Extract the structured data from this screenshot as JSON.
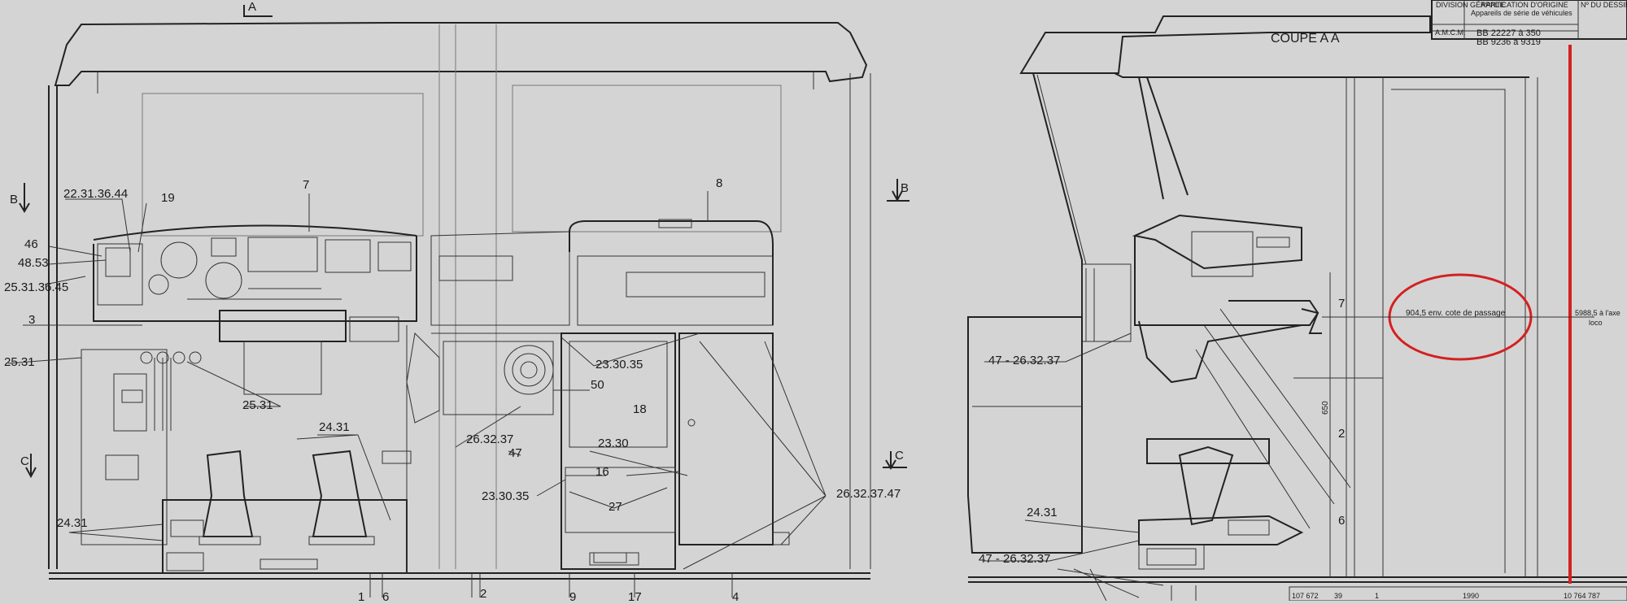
{
  "title_block": {
    "division": "DIVISION GÉRANTE",
    "application": "APPLICATION D'ORIGINE",
    "application_sub": "Appareils de série de véhicules",
    "num": "Nº DU DESSIN",
    "unit": "A.M.C.M.",
    "series_1": "BB 22227 à 350",
    "series_2": "BB 9236 à 9319"
  },
  "section": {
    "title": "COUPE A A",
    "marker_a": "A",
    "marker_b": "B",
    "marker_c": "C"
  },
  "callouts_left": {
    "c22_31_36_44": "22.31.36.44",
    "c19": "19",
    "c46": "46",
    "c48_53": "48.53",
    "c25_31_36_45": "25.31.36.45",
    "c3": "3",
    "c25_31a": "25.31",
    "c25_31b": "25.31",
    "c7": "7",
    "c8": "8",
    "c24_31a": "24.31",
    "c24_31b": "24.31",
    "c23_30_35a": "23.30.35",
    "c50": "50",
    "c18": "18",
    "c26_32_37": "26.32.37",
    "c47": "47",
    "c23_30": "23.30",
    "c16": "16",
    "c23_30_35b": "23.30.35",
    "c27": "27",
    "c26_32_37_47": "26.32.37.47",
    "b1": "1",
    "b6": "6",
    "b2": "2",
    "b9": "9",
    "b17": "17",
    "b4": "4"
  },
  "callouts_right": {
    "c47_26_32_37a": "47 - 26.32.37",
    "c24_31": "24.31",
    "c47_26_32_37b": "47 - 26.32.37",
    "c7": "7",
    "c2": "2",
    "c6": "6",
    "dim_650": "650",
    "note_passage": "904,5 env. cote de passage",
    "note_right_1": "5988,5 à l'axe",
    "note_right_2": "loco",
    "bottom_ref_1": "107 672",
    "bottom_ref_2": "39",
    "bottom_ref_3": "1",
    "bottom_ref_4": "1990",
    "bottom_ref_5": "10 764 787"
  },
  "colors": {
    "paper": "#d4d4d4",
    "ink": "#222222",
    "highlight_red": "#d42020"
  }
}
